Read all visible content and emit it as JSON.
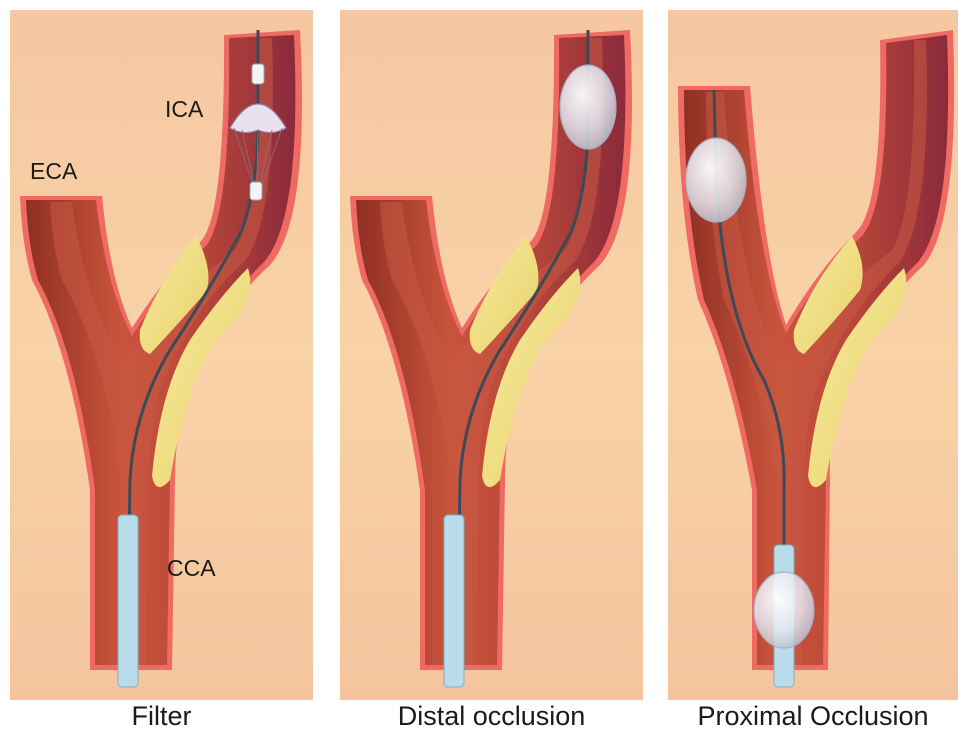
{
  "panels": [
    {
      "caption": "Filter"
    },
    {
      "caption": "Distal occlusion"
    },
    {
      "caption": "Proximal Occlusion"
    }
  ],
  "labels": {
    "ica": "ICA",
    "eca": "ECA",
    "cca": "CCA"
  },
  "colors": {
    "background": "#f9cfa8",
    "vessel_outer": "#ef5b57",
    "vessel_wall": "#a33a2c",
    "plaque": "#f2e48c",
    "wire": "#3b4a56",
    "catheter": "#b9dcea",
    "balloon": "#e2e6ee"
  }
}
